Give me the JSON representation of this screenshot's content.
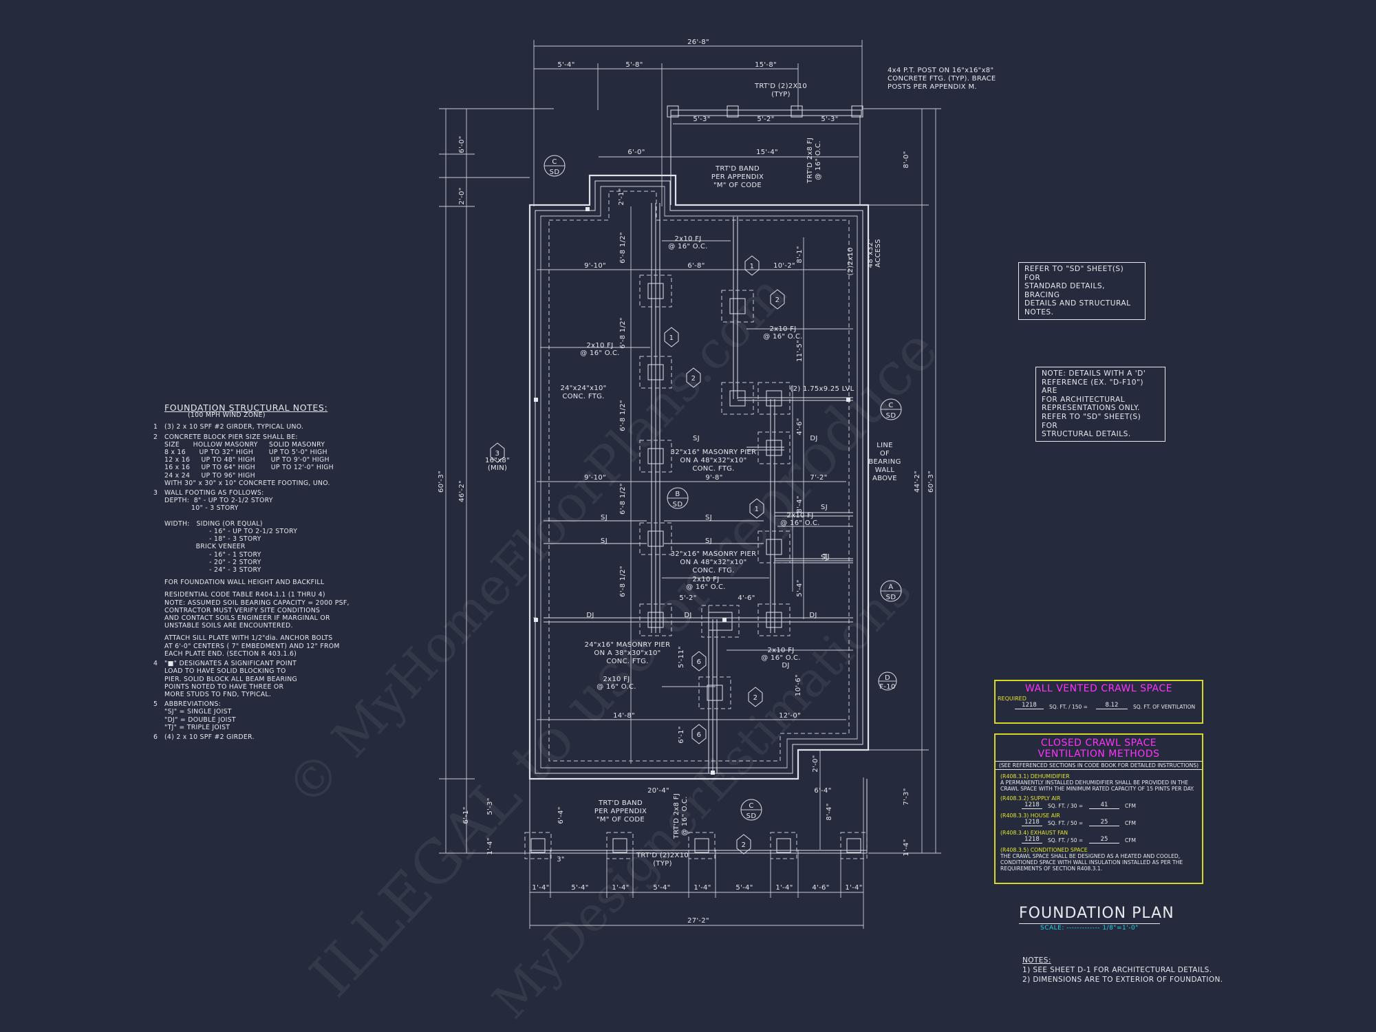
{
  "plan": {
    "dims": {
      "top_overall": "26'-8\"",
      "top_a": "5'-4\"",
      "top_b": "5'-8\"",
      "top_c": "15'-8\"",
      "porch_a": "5'-3\"",
      "porch_b": "5'-2\"",
      "porch_c": "5'-3\"",
      "porch_depth": "15'-4\"",
      "step_6_0": "6'-0\"",
      "left_6_0": "6'-0\"",
      "left_2_0": "2'-0\"",
      "right_8_0": "8'-0\"",
      "left_overall": "60'-3\"",
      "left_inner": "46'-2\"",
      "right_overall": "60'-3\"",
      "right_inner": "44'-2\"",
      "v_6_8a": "6'-8 1/2\"",
      "v_6_8b": "6'-8 1/2\"",
      "v_6_8c": "6'-8 1/2\"",
      "v_6_8d": "6'-8 1/2\"",
      "v_6_8e": "6'-8 1/2\"",
      "v_2_10": "2'-1\"",
      "h_9_10a": "9'-10\"",
      "h_6_8": "6'-8\"",
      "h_10_2": "10'-2\"",
      "v_8_1": "8'-1\"",
      "v_11_5": "11'-5\"",
      "h_9_10b": "9'-10\"",
      "h_9_8": "9'-8\"",
      "h_7_2": "7'-2\"",
      "v_4_6": "4'-6\"",
      "v_8_4": "8'-4\"",
      "v_5_4": "5'-4\"",
      "h_5_2": "5'-2\"",
      "h_4_6": "4'-6\"",
      "v_5_11": "5'-11\"",
      "v_10_6": "10'-6\"",
      "h_14_8": "14'-8\"",
      "h_12_0": "12'-0\"",
      "v_6_1": "6'-1\"",
      "v_2_0b": "2'-0\"",
      "h_20_4": "20'-4\"",
      "h_6_4": "6'-4\"",
      "v_8_4b": "8'-4\"",
      "v_6_1b": "6'-1\"",
      "v_5_3": "5'-3\"",
      "v_6_4": "6'-4\"",
      "v_1_4a": "1'-4\"",
      "v_7_3": "7'-3\"",
      "v_1_4b": "1'-4\"",
      "b_1": "1'-4\"",
      "b_2": "5'-4\"",
      "b_3": "1'-4\"",
      "b_4": "5'-4\"",
      "b_5": "1'-4\"",
      "b_6": "5'-4\"",
      "b_7": "1'-4\"",
      "b_8": "4'-6\"",
      "b_9": "1'-4\"",
      "bottom_overall": "27'-2\"",
      "small_3": "3\""
    },
    "labels": {
      "post_note": [
        "4x4 P.T. POST ON 16\"x16\"x8\"",
        "CONCRETE FTG. (TYP). BRACE",
        "POSTS PER APPENDIX M."
      ],
      "trtd_top": [
        "TRT'D (2)2X10",
        "(TYP)"
      ],
      "trtd_2x8_top": [
        "TRT'D 2x8 FJ",
        "@ 16\" O.C."
      ],
      "band_top": [
        "TRT'D BAND",
        "PER APPENDIX",
        "\"M\" OF CODE"
      ],
      "fj_1": [
        "2x10 FJ",
        "@ 16\" O.C."
      ],
      "fj_2": [
        "2x10 FJ",
        "@ 16\" O.C."
      ],
      "fj_3": [
        "2x10 FJ",
        "@ 16\" O.C."
      ],
      "fj_4": [
        "2x10 FJ",
        "@ 16\" O.C."
      ],
      "fj_5": [
        "2x10 FJ",
        "@ 16\" O.C."
      ],
      "fj_6": [
        "2x10 FJ",
        "@ 16\" O.C."
      ],
      "fj_7": [
        "2x10 FJ",
        "@ 16\" O.C."
      ],
      "access": [
        "48\"x32\"",
        "ACCESS"
      ],
      "lvl": "(2) 1.75x9.25 LVL",
      "lvl2": "(2)2x10",
      "conc_ftg": [
        "24\"x24\"x10\"",
        "CONC. FTG."
      ],
      "pier_1": [
        "32\"x16\" MASONRY PIER",
        "ON A 48\"x32\"x10\"",
        "CONC. FTG."
      ],
      "pier_2": [
        "32\"x16\" MASONRY PIER",
        "ON A 48\"x32\"x10\"",
        "CONC. FTG."
      ],
      "pier_3": [
        "24\"x16\" MASONRY PIER",
        "ON A 38\"x30\"x10\"",
        "CONC. FTG."
      ],
      "min_wall": [
        "16\"x8\"",
        "(MIN)"
      ],
      "bearing": [
        "LINE",
        "OF",
        "BEARING",
        "WALL",
        "ABOVE"
      ],
      "band_bot": [
        "TRT'D BAND",
        "PER APPENDIX",
        "\"M\" OF CODE"
      ],
      "trtd_2x8_bot": [
        "TRT'D 2x8 FJ",
        "@ 16\" O.C."
      ],
      "trtd_bot": [
        "TRT'D (2)2X10",
        "(TYP)"
      ],
      "sj": "SJ",
      "dj": "DJ",
      "tj": "TJ",
      "tag_1": "1",
      "tag_2": "2",
      "tag_3": "3",
      "tag_6": "6",
      "sd_c": "C",
      "sd_b": "B",
      "sd_a": "A",
      "sd_d": "D",
      "sd": "SD",
      "f10": "F-10"
    }
  },
  "structural_notes": {
    "title": "FOUNDATION STRUCTURAL NOTES:",
    "subtitle": "(100 MPH WIND ZONE)",
    "n1": "(3) 2 x 10 SPF #2 GIRDER, TYPICAL UNO.",
    "n2_head": "CONCRETE BLOCK PIER SIZE SHALL BE:",
    "n2_table": "SIZE      HOLLOW MASONRY     SOLID MASONRY\n8 x 16      UP TO 32\" HIGH       UP TO 5'-0\" HIGH\n12 x 16     UP TO 48\" HIGH       UP TO 9'-0\" HIGH\n16 x 16     UP TO 64\" HIGH       UP TO 12'-0\" HIGH\n24 x 24     UP TO 96\" HIGH",
    "n2_foot": "WITH 30\" x 30\" x 10\" CONCRETE FOOTING, UNO.",
    "n3_head": "WALL FOOTING AS FOLLOWS:",
    "n3_body": "DEPTH:  8\" - UP TO 2-1/2 STORY\n            10\" - 3 STORY\n\nWIDTH:   SIDING (OR EQUAL)\n                    - 16\" - UP TO 2-1/2 STORY\n                    - 18\" - 3 STORY\n              BRICK VENEER\n                    - 16\" - 1 STORY\n                    - 20\" - 2 STORY\n                    - 24\" - 3 STORY",
    "n3_extra": "FOR FOUNDATION WALL HEIGHT AND BACKFILL",
    "n3_code": "RESIDENTIAL CODE TABLE R404.1.1 (1 THRU 4)\nNOTE: ASSUMED SOIL BEARING CAPACITY = 2000 PSF,\nCONTRACTOR MUST VERIFY SITE CONDITIONS\nAND CONTACT SOILS ENGINEER IF MARGINAL OR\nUNSTABLE SOILS ARE ENCOUNTERED.",
    "n3_sill": "ATTACH SILL PLATE WITH 1/2\"dia. ANCHOR BOLTS\nAT 6'-0\" CENTERS ( 7\" EMBEDMENT) AND 12\" FROM\nEACH PLATE END. (SECTION R 403.1.6)",
    "n4": "\"■\" DESIGNATES A SIGNIFICANT POINT\nLOAD TO HAVE SOLID BLOCKING TO\nPIER. SOLID BLOCK ALL BEAM BEARING\nPOINTS NOTED TO HAVE THREE OR\nMORE STUDS TO FND, TYPICAL.",
    "n5_head": "ABBREVIATIONS:",
    "n5_body": "\"SJ\" = SINGLE JOIST\n\"DJ\" = DOUBLE JOIST\n\"TJ\" = TRIPLE JOIST",
    "n6": "(4) 2 x 10 SPF #2 GIRDER.",
    "num1": "1",
    "num2": "2",
    "num3": "3",
    "num4": "4",
    "num5": "5",
    "num6": "6"
  },
  "refer_box": [
    "REFER TO \"SD\" SHEET(S) FOR",
    "STANDARD DETAILS, BRACING",
    "DETAILS AND STRUCTURAL NOTES."
  ],
  "note_box": [
    "NOTE: DETAILS WITH A 'D'",
    "REFERENCE (EX. \"D-F10\") ARE",
    "FOR ARCHITECTURAL",
    "REPRESENTATIONS ONLY.",
    "REFER TO \"SD\" SHEET(S) FOR",
    "STRUCTURAL DETAILS."
  ],
  "wall_vented": {
    "title": "WALL VENTED CRAWL SPACE",
    "required": "REQUIRED",
    "area": "1218",
    "eq": "SQ. FT. / 150 =",
    "result": "8.12",
    "unit": "SQ. FT. OF VENTILATION"
  },
  "closed_crawl": {
    "title1": "CLOSED CRAWL SPACE",
    "title2": "VENTILATION METHODS",
    "ref": "(SEE REFERENCED SECTIONS IN CODE BOOK FOR DETAILED INSTRUCTIONS)",
    "m1_label": "(R408.3.1) DEHUMIDIFIER",
    "m1_text": "A PERMANENTLY INSTALLED DEHUMIDIFIER SHALL BE PROVIDED IN THE CRAWL SPACE WITH THE MINIMUM RATED CAPACITY OF 15 PINTS PER DAY.",
    "m2_label": "(R408.3.2) SUPPLY AIR",
    "m2_area": "1218",
    "m2_eq": "SQ. FT. / 30 =",
    "m2_val": "41",
    "m2_unit": "CFM",
    "m3_label": "(R408.3.3) HOUSE AIR",
    "m3_area": "1218",
    "m3_eq": "SQ. FT. / 50 =",
    "m3_val": "25",
    "m3_unit": "CFM",
    "m4_label": "(R408.3.4) EXHAUST FAN",
    "m4_area": "1218",
    "m4_eq": "SQ. FT. / 50 =",
    "m4_val": "25",
    "m4_unit": "CFM",
    "m5_label": "(R408.3.5) CONDITIONED SPACE",
    "m5_text": "THE CRAWL SPACE SHALL BE DESIGNED AS A HEATED AND COOLED, CONDITIONED SPACE WITH WALL INSULATION INSTALLED AS PER THE REQUIREMENTS OF SECTION R408.3.1."
  },
  "title_block": {
    "title": "FOUNDATION PLAN",
    "scale": "SCALE: ------------- 1/8\"=1'-0\""
  },
  "bottom_notes": {
    "head": "NOTES:",
    "n1": "1)  SEE SHEET D-1 FOR ARCHITECTURAL DETAILS.",
    "n2": "2)  DIMENSIONS ARE TO EXTERIOR OF FOUNDATION."
  },
  "watermark": {
    "w1": "© MyHomeFloorPlans.com",
    "w2": "ILLEGAL to use or reproduce",
    "w3": "MyDesignerEstimations"
  }
}
